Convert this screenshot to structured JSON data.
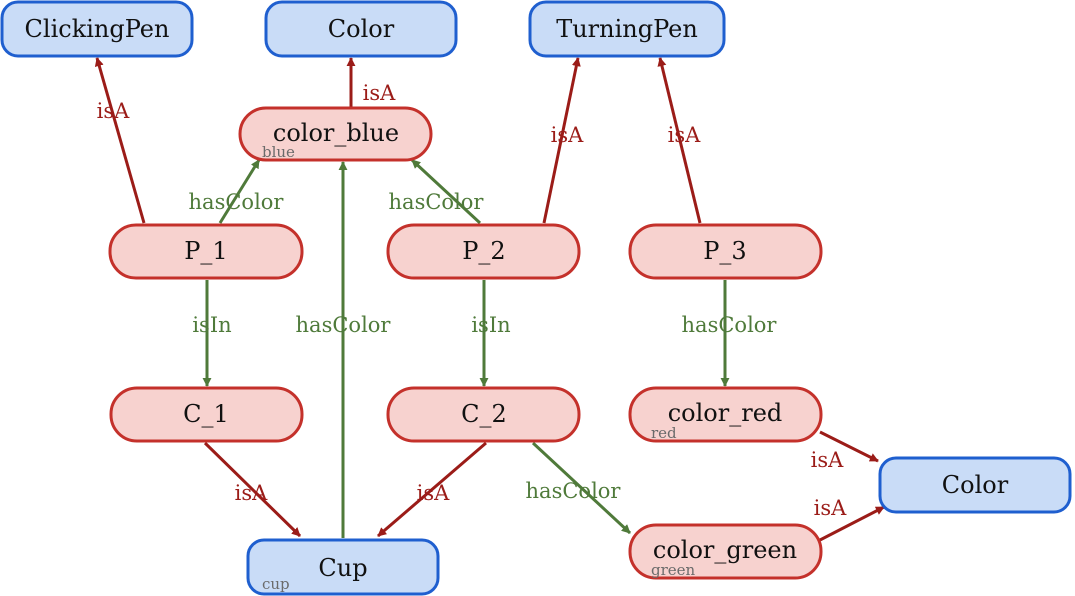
{
  "colors": {
    "class_fill": "#c9dcf7",
    "class_stroke": "#1f5fcf",
    "instance_fill": "#f7d2cf",
    "instance_stroke": "#c4312b",
    "isA_color": "#9b1c18",
    "property_color": "#4f7a3a"
  },
  "nodes": {
    "clickingpen": {
      "label": "ClickingPen",
      "kind": "class"
    },
    "color_top": {
      "label": "Color",
      "kind": "class"
    },
    "turningpen": {
      "label": "TurningPen",
      "kind": "class"
    },
    "color_right": {
      "label": "Color",
      "kind": "class"
    },
    "cup": {
      "label": "Cup",
      "kind": "class",
      "sub": "cup"
    },
    "color_blue": {
      "label": "color_blue",
      "kind": "instance",
      "sub": "blue"
    },
    "p1": {
      "label": "P_1",
      "kind": "instance"
    },
    "p2": {
      "label": "P_2",
      "kind": "instance"
    },
    "p3": {
      "label": "P_3",
      "kind": "instance"
    },
    "c1": {
      "label": "C_1",
      "kind": "instance"
    },
    "c2": {
      "label": "C_2",
      "kind": "instance"
    },
    "color_red": {
      "label": "color_red",
      "kind": "instance",
      "sub": "red"
    },
    "color_green": {
      "label": "color_green",
      "kind": "instance",
      "sub": "green"
    }
  },
  "edges": {
    "p1_isA_clickingpen": {
      "label": "isA",
      "type": "isA"
    },
    "colorblue_isA_color": {
      "label": "isA",
      "type": "isA"
    },
    "p2_isA_turningpen": {
      "label": "isA",
      "type": "isA"
    },
    "p3_isA_turningpen": {
      "label": "isA",
      "type": "isA"
    },
    "p1_hasColor_blue": {
      "label": "hasColor",
      "type": "property"
    },
    "p2_hasColor_blue": {
      "label": "hasColor",
      "type": "property"
    },
    "cup_hasColor_blue": {
      "label": "hasColor",
      "type": "property"
    },
    "p1_isIn_c1": {
      "label": "isIn",
      "type": "property"
    },
    "p2_isIn_c2": {
      "label": "isIn",
      "type": "property"
    },
    "p3_hasColor_red": {
      "label": "hasColor",
      "type": "property"
    },
    "c1_isA_cup": {
      "label": "isA",
      "type": "isA"
    },
    "c2_isA_cup": {
      "label": "isA",
      "type": "isA"
    },
    "c2_hasColor_green": {
      "label": "hasColor",
      "type": "property"
    },
    "red_isA_color": {
      "label": "isA",
      "type": "isA"
    },
    "green_isA_color": {
      "label": "isA",
      "type": "isA"
    }
  }
}
